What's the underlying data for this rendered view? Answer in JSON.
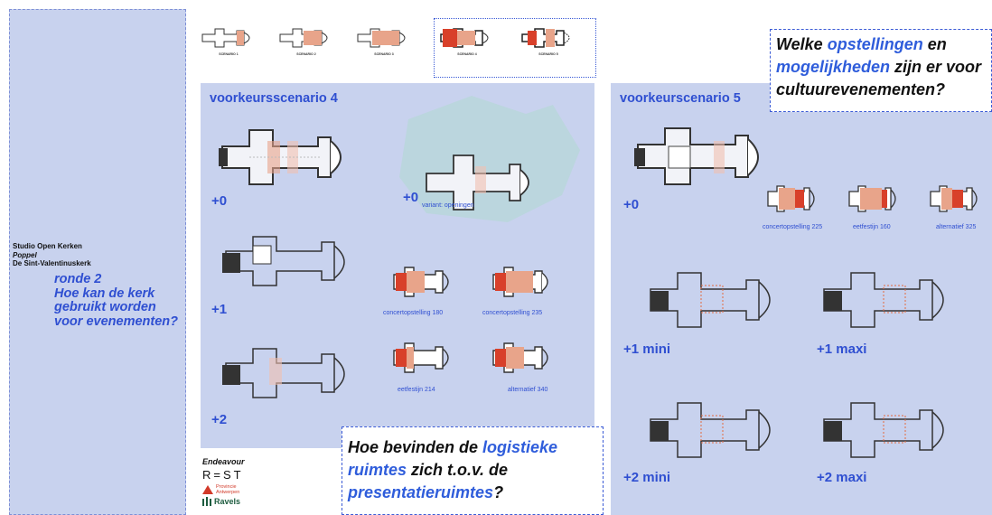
{
  "sidebar": {
    "studio": "Studio Open Kerken",
    "place": "Poppel",
    "church": "De Sint-Valentinuskerk",
    "round": "ronde 2",
    "question": [
      "Hoe kan de kerk",
      "gebruikt worden",
      "voor evenementen?"
    ]
  },
  "top_strip": {
    "scenarios": [
      {
        "label": "SCENARIO 1"
      },
      {
        "label": "SCENARIO 2"
      },
      {
        "label": "SCENARIO 3"
      },
      {
        "label": "SCENARIO 4"
      },
      {
        "label": "SCENARIO 5"
      }
    ]
  },
  "panel4": {
    "title": "voorkeursscenario 4",
    "levels": [
      "+0",
      "+1",
      "+2"
    ],
    "variant_level": "+0",
    "variant_label": "variant: openingen",
    "setups": [
      "concertopstelling 180",
      "concertopstelling 235",
      "eetfestijn 214",
      "alternatief 340"
    ]
  },
  "panel5": {
    "title": "voorkeurscenario 5",
    "level0": "+0",
    "setups": [
      "concertopstelling 225",
      "eetfestijn 160",
      "alternatief 325"
    ],
    "levels": [
      "+1 mini",
      "+1 maxi",
      "+2 mini",
      "+2 maxi"
    ]
  },
  "question1": {
    "parts": [
      "Welke ",
      "opstellingen",
      " en",
      "mogelijkheden",
      " zijn er voor",
      "cultuurevenementen?"
    ]
  },
  "question2": {
    "parts": [
      "Hoe bevinden de ",
      "logistieke",
      "ruimtes",
      " zich t.o.v. de",
      "presentatieruimtes",
      "?"
    ]
  },
  "logos": {
    "endeavour": "Endeavour",
    "rest": "R=ST",
    "provincie": "Provincie",
    "antwerpen": "Antwerpen",
    "ravels": "Ravels"
  },
  "colors": {
    "panel": "#c8d2ee",
    "accent": "#2f4fd1",
    "orange": "#e36a3f",
    "salmon": "#e8a48a"
  }
}
